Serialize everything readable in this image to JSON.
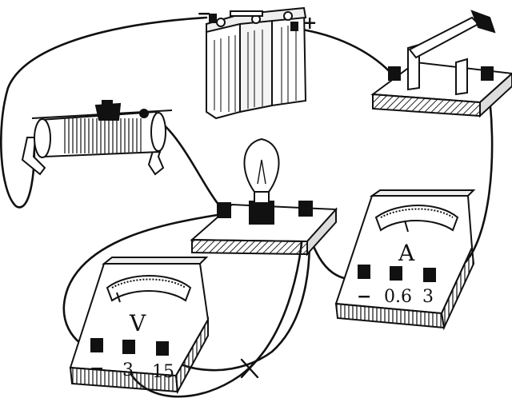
{
  "battery": {
    "neg_label": "−",
    "pos_label": "+"
  },
  "voltmeter": {
    "symbol": "V",
    "terminals": [
      "−",
      "3",
      "15"
    ]
  },
  "ammeter": {
    "symbol": "A",
    "terminals": [
      "−",
      "0.6",
      "3"
    ]
  },
  "colors": {
    "ink": "#111111",
    "paper": "#ffffff",
    "hatch": "#222222"
  }
}
